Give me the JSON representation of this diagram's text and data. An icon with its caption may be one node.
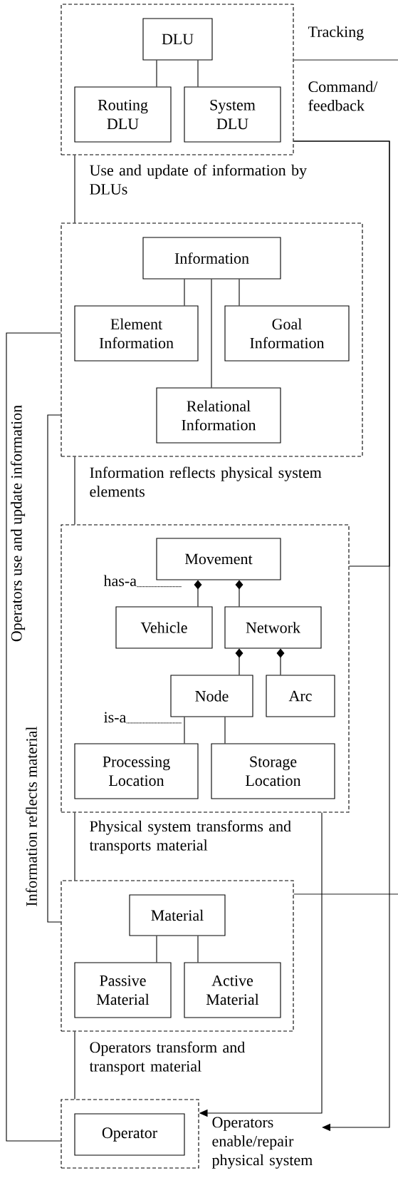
{
  "diagram": {
    "nodes": [
      {
        "text": [],
        "shape": "box"
      },
      {
        "text": [
          "DLU"
        ],
        "in": 0
      },
      {
        "text": [
          "Routing DLU"
        ],
        "in": 0
      },
      {
        "text": [
          "System DLU"
        ],
        "in": 0
      },
      {
        "text": [],
        "shape": "box"
      },
      {
        "text": [
          "Information"
        ],
        "in": 4
      },
      {
        "text": [
          "Element Information"
        ],
        "in": 4
      },
      {
        "text": [
          "Goal Information"
        ],
        "in": 4
      },
      {
        "text": [
          "Relational Information"
        ],
        "in": 4
      },
      {
        "text": [],
        "shape": "box"
      },
      {
        "text": [
          "Movement"
        ],
        "in": 9
      },
      {
        "text": [
          "Vehicle"
        ],
        "in": 9
      },
      {
        "text": [
          "Network"
        ],
        "in": 9
      },
      {
        "text": [
          "Node"
        ],
        "in": 9
      },
      {
        "text": [
          "Arc"
        ],
        "in": 9
      },
      {
        "text": [
          "Processing Location"
        ],
        "in": 9
      },
      {
        "text": [
          "Storage Location"
        ],
        "in": 9
      },
      {
        "text": [],
        "shape": "box"
      },
      {
        "text": [
          "Material"
        ],
        "in": 17
      },
      {
        "text": [
          "Passive Material"
        ],
        "in": 17
      },
      {
        "text": [
          "Active Material"
        ],
        "in": 17
      },
      {
        "text": [],
        "shape": "box"
      },
      {
        "text": [
          "Operator"
        ],
        "in": 21
      },
      {
        "text": [
          "has-a"
        ],
        "in": 9
      },
      {
        "text": [
          "is-a"
        ],
        "in": 9
      }
    ],
    "edges": [
      {
        "from": 1,
        "to": 2,
        "arrow": "none"
      },
      {
        "from": 1,
        "to": 3,
        "arrow": "none"
      },
      {
        "from": 0,
        "to": null,
        "arrow": "none",
        "label": "Tracking"
      },
      {
        "from": 0,
        "to": 9,
        "arrow": "none",
        "label": "Command/ feedback"
      },
      {
        "from": 0,
        "to": null,
        "arrow": "to"
      },
      {
        "from": 9,
        "to": 21,
        "arrow": "to",
        "label": "Operators enable/repair physical system"
      },
      {
        "from": 0,
        "to": 4,
        "arrow": "none",
        "label": "Use and update of information by DLUs"
      },
      {
        "from": 5,
        "to": 6,
        "arrow": "none"
      },
      {
        "from": 5,
        "to": 7,
        "arrow": "none"
      },
      {
        "from": 5,
        "to": 8,
        "arrow": "none"
      },
      {
        "from": 4,
        "to": 9,
        "arrow": "none",
        "label": "Information reflects physical system elements"
      },
      {
        "from": 10,
        "to": 11,
        "arrow": "other"
      },
      {
        "from": 10,
        "to": 12,
        "arrow": "other"
      },
      {
        "from": 12,
        "to": 13,
        "arrow": "other"
      },
      {
        "from": 12,
        "to": 14,
        "arrow": "other"
      },
      {
        "from": 13,
        "to": 15,
        "arrow": "none"
      },
      {
        "from": 13,
        "to": 16,
        "arrow": "none"
      },
      {
        "from": 9,
        "to": 17,
        "arrow": "none",
        "label": "Physical system transforms and transports material"
      },
      {
        "from": 17,
        "to": null,
        "arrow": "none"
      },
      {
        "from": 18,
        "to": 19,
        "arrow": "none"
      },
      {
        "from": 18,
        "to": 20,
        "arrow": "none"
      },
      {
        "from": 17,
        "to": 21,
        "arrow": "none",
        "label": "Operators transform and transport material"
      },
      {
        "from": 4,
        "to": 21,
        "arrow": "none",
        "label": "Operators use and update information"
      },
      {
        "from": 4,
        "to": 17,
        "arrow": "none",
        "label": "Information reflects material"
      },
      {
        "from": 23,
        "to": 10,
        "arrow": "none",
        "style": "dashed"
      },
      {
        "from": 24,
        "to": 13,
        "arrow": "none",
        "style": "dashed"
      }
    ]
  }
}
